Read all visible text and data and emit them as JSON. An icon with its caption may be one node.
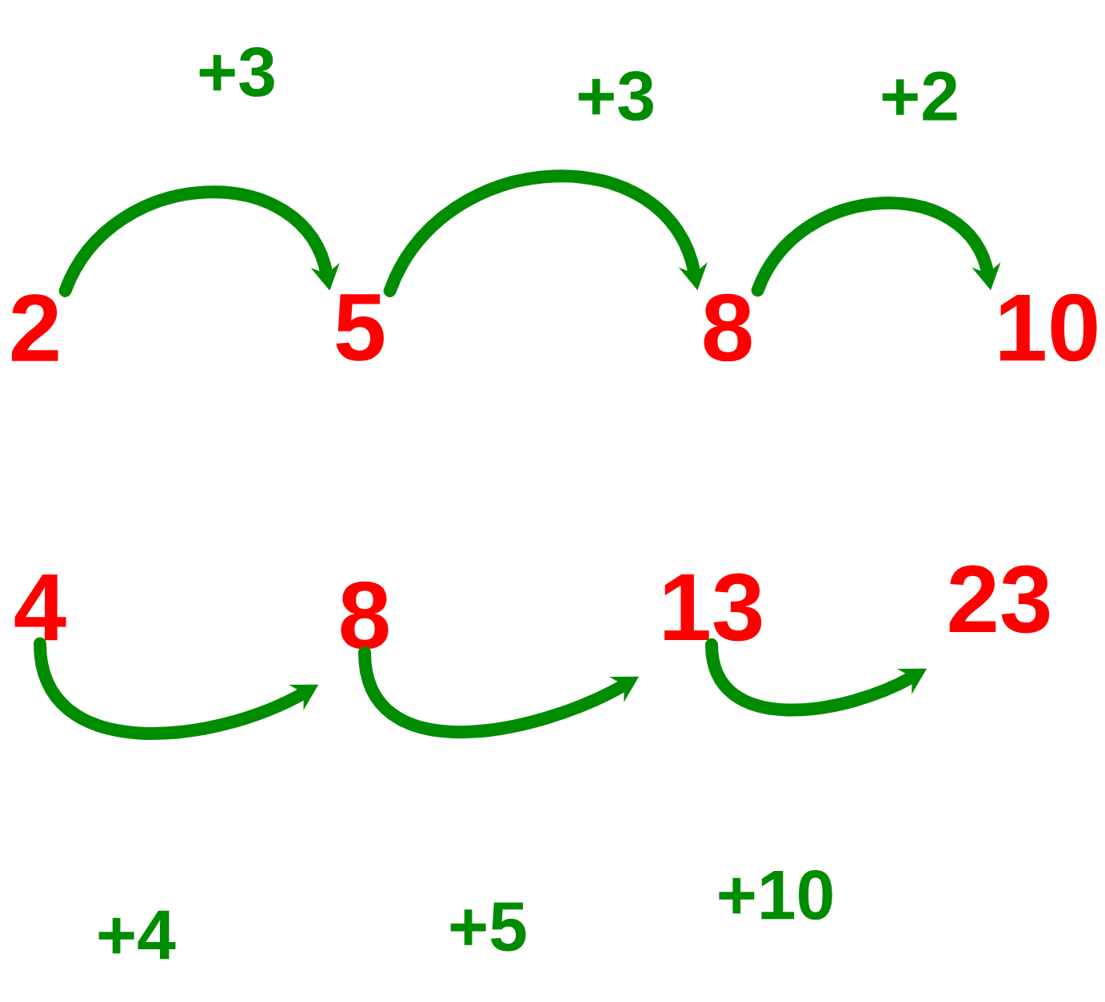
{
  "diagram": {
    "nodes": [
      {
        "text": [
          "2"
        ]
      },
      {
        "text": [
          "5"
        ]
      },
      {
        "text": [
          "8"
        ]
      },
      {
        "text": [
          "10"
        ]
      },
      {
        "text": [
          "4"
        ]
      },
      {
        "text": [
          "8"
        ]
      },
      {
        "text": [
          "13"
        ]
      },
      {
        "text": [
          "23"
        ]
      }
    ],
    "edges": [
      {
        "from": 0,
        "to": 1,
        "arrow": "to",
        "label": "+3"
      },
      {
        "from": 1,
        "to": 2,
        "arrow": "to",
        "label": "+3"
      },
      {
        "from": 2,
        "to": 3,
        "arrow": "to",
        "label": "+2"
      },
      {
        "from": 4,
        "to": 5,
        "arrow": "to",
        "label": "+4"
      },
      {
        "from": 5,
        "to": 6,
        "arrow": "to",
        "label": "+5"
      },
      {
        "from": 6,
        "to": 7,
        "arrow": "to",
        "label": "+10"
      }
    ]
  }
}
